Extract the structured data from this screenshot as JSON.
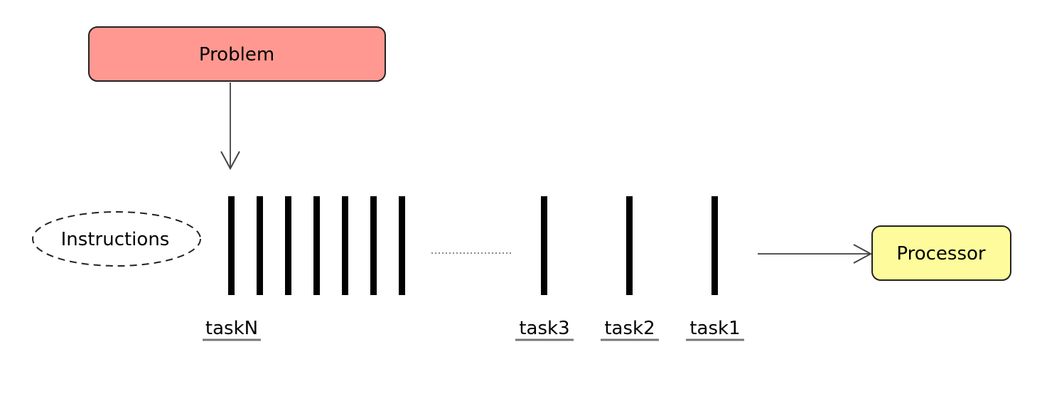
{
  "problem": {
    "label": "Problem",
    "fill": "#ff9890"
  },
  "instructions": {
    "label": "Instructions"
  },
  "processor": {
    "label": "Processor",
    "fill": "#fdfb9b"
  },
  "tasks": [
    {
      "label": "taskN"
    },
    {
      "label": "task3"
    },
    {
      "label": "task2"
    },
    {
      "label": "task1"
    }
  ]
}
